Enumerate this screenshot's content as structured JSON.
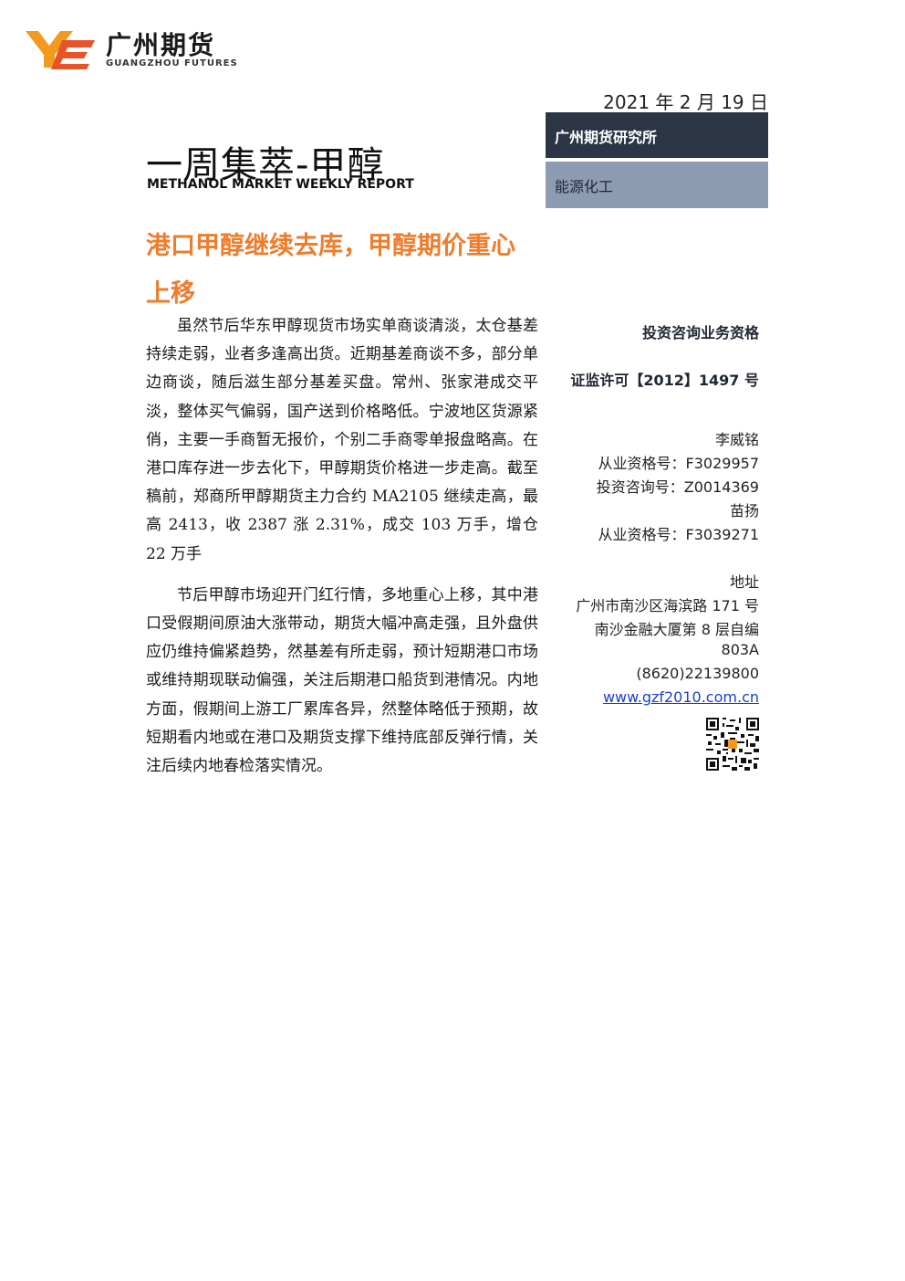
{
  "logo": {
    "name_cn": "广州期货",
    "name_en": "GUANGZHOU FUTURES",
    "mark_colors": {
      "primary": "#f29a1e",
      "secondary": "#e8542a"
    }
  },
  "date": "2021 年 2 月 19 日",
  "header_boxes": {
    "institute": "广州期货研究所",
    "sector": "能源化工"
  },
  "report": {
    "title": "一周集萃-甲醇",
    "subtitle_en": "METHANOL MARKET WEEKLY REPORT",
    "headline": "港口甲醇继续去库，甲醇期价重心上移",
    "paragraphs": [
      "虽然节后华东甲醇现货市场实单商谈清淡，太仓基差持续走弱，业者多逢高出货。近期基差商谈不多，部分单边商谈，随后滋生部分基差买盘。常州、张家港成交平淡，整体买气偏弱，国产送到价格略低。宁波地区货源紧俏，主要一手商暂无报价，个别二手商零单报盘略高。在港口库存进一步去化下，甲醇期货价格进一步走高。截至稿前，郑商所甲醇期货主力合约 MA2105 继续走高，最高 2413，收 2387 涨 2.31%，成交 103 万手，增仓 22 万手",
      "节后甲醇市场迎开门红行情，多地重心上移，其中港口受假期间原油大涨带动，期货大幅冲高走强，且外盘供应仍维持偏紧趋势，然基差有所走弱，预计短期港口市场或维持期现联动偏强，关注后期港口船货到港情况。内地方面，假期间上游工厂累库各异，然整体略低于预期，故短期看内地或在港口及期货支撑下维持底部反弹行情，关注后续内地春检落实情况。"
    ]
  },
  "sidebar": {
    "qualification_title": "投资咨询业务资格",
    "license": "证监许可【2012】1497 号",
    "analysts": [
      {
        "name": "李威铭",
        "lines": [
          "从业资格号：F3029957",
          "投资咨询号：Z0014369"
        ]
      },
      {
        "name": "苗扬",
        "lines": [
          "从业资格号：F3039271"
        ]
      }
    ],
    "address_label": "地址",
    "address_lines": [
      "广州市南沙区海滨路 171 号",
      "南沙金融大厦第 8 层自编",
      "803A"
    ],
    "phone": "(8620)22139800",
    "website": "www.gzf2010.com.cn"
  }
}
